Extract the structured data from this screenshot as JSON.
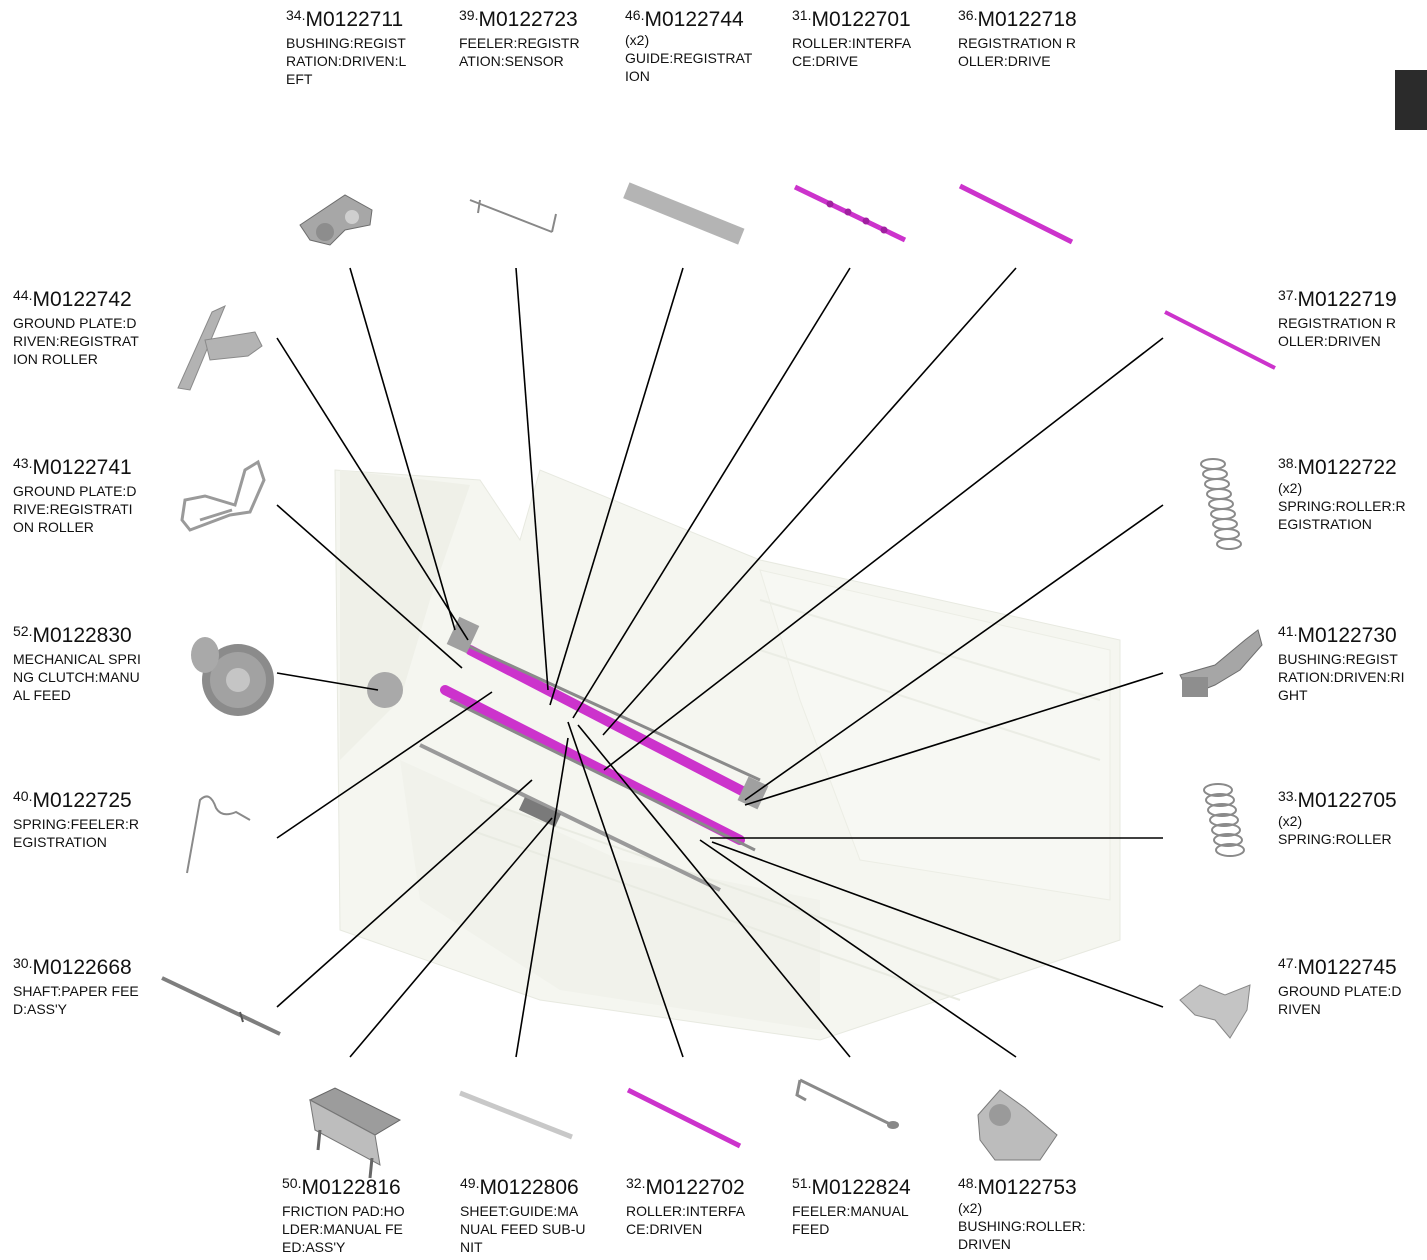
{
  "diagram": {
    "labels": [
      {
        "key": "p34",
        "index": "34.",
        "part": "M0122711",
        "qty": "",
        "desc": "BUSHING:REGIST\nRATION:DRIVEN:L\nEFT"
      },
      {
        "key": "p39",
        "index": "39.",
        "part": "M0122723",
        "qty": "",
        "desc": "FEELER:REGISTR\nATION:SENSOR"
      },
      {
        "key": "p46",
        "index": "46.",
        "part": "M0122744",
        "qty": "(x2)",
        "desc": "GUIDE:REGISTRAT\nION"
      },
      {
        "key": "p31",
        "index": "31.",
        "part": "M0122701",
        "qty": "",
        "desc": "ROLLER:INTERFA\nCE:DRIVE"
      },
      {
        "key": "p36",
        "index": "36.",
        "part": "M0122718",
        "qty": "",
        "desc": "REGISTRATION R\nOLLER:DRIVE"
      },
      {
        "key": "p44",
        "index": "44.",
        "part": "M0122742",
        "qty": "",
        "desc": "GROUND PLATE:D\nRIVEN:REGISTRAT\nION ROLLER"
      },
      {
        "key": "p43",
        "index": "43.",
        "part": "M0122741",
        "qty": "",
        "desc": "GROUND PLATE:D\nRIVE:REGISTRATI\nON ROLLER"
      },
      {
        "key": "p52",
        "index": "52.",
        "part": "M0122830",
        "qty": "",
        "desc": "MECHANICAL SPRI\nNG CLUTCH:MANU\nAL FEED"
      },
      {
        "key": "p40",
        "index": "40.",
        "part": "M0122725",
        "qty": "",
        "desc": "SPRING:FEELER:R\nEGISTRATION"
      },
      {
        "key": "p30",
        "index": "30.",
        "part": "M0122668",
        "qty": "",
        "desc": "SHAFT:PAPER FEE\nD:ASS'Y"
      },
      {
        "key": "p37",
        "index": "37.",
        "part": "M0122719",
        "qty": "",
        "desc": "REGISTRATION R\nOLLER:DRIVEN"
      },
      {
        "key": "p38",
        "index": "38.",
        "part": "M0122722",
        "qty": "(x2)",
        "desc": "SPRING:ROLLER:R\nEGISTRATION"
      },
      {
        "key": "p41",
        "index": "41.",
        "part": "M0122730",
        "qty": "",
        "desc": "BUSHING:REGIST\nRATION:DRIVEN:RI\nGHT"
      },
      {
        "key": "p33",
        "index": "33.",
        "part": "M0122705",
        "qty": "(x2)",
        "desc": "SPRING:ROLLER"
      },
      {
        "key": "p47",
        "index": "47.",
        "part": "M0122745",
        "qty": "",
        "desc": "GROUND PLATE:D\nRIVEN"
      },
      {
        "key": "p50",
        "index": "50.",
        "part": "M0122816",
        "qty": "",
        "desc": "FRICTION PAD:HO\nLDER:MANUAL FE\nED:ASS'Y"
      },
      {
        "key": "p49",
        "index": "49.",
        "part": "M0122806",
        "qty": "",
        "desc": "SHEET:GUIDE:MA\nNUAL FEED SUB-U\nNIT"
      },
      {
        "key": "p32",
        "index": "32.",
        "part": "M0122702",
        "qty": "",
        "desc": "ROLLER:INTERFA\nCE:DRIVEN"
      },
      {
        "key": "p51",
        "index": "51.",
        "part": "M0122824",
        "qty": "",
        "desc": "FEELER:MANUAL\nFEED"
      },
      {
        "key": "p48",
        "index": "48.",
        "part": "M0122753",
        "qty": "(x2)",
        "desc": "BUSHING:ROLLER:\nDRIVEN"
      }
    ],
    "colors": {
      "highlight": "#cc33cc",
      "part": "#b8b8b8",
      "line": "#000000",
      "ghost": "#e6e8dc"
    }
  }
}
